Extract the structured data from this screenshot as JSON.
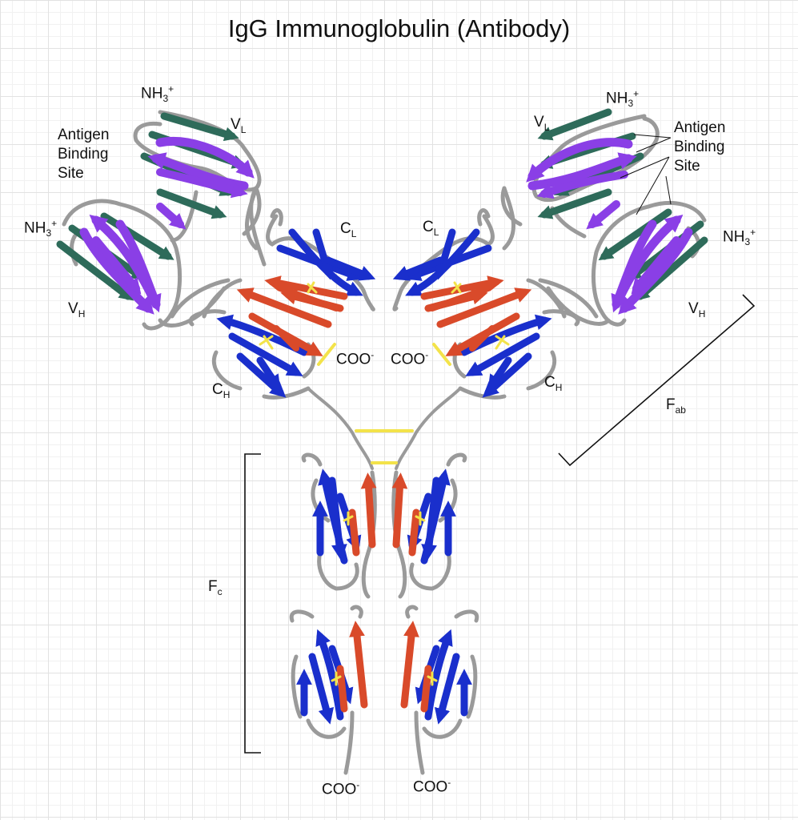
{
  "title": "IgG Immunoglobulin (Antibody)",
  "labels": {
    "nh3": "NH",
    "nh3_sub": "3",
    "nh3_sup": "+",
    "coo": "COO",
    "coo_sup": "-",
    "antigen_binding_site": [
      "Antigen",
      "Binding",
      "Site"
    ],
    "v": "V",
    "c": "C",
    "light_sub": "L",
    "heavy_sub": "H",
    "fab": "F",
    "fab_sub": "ab",
    "fc": "F",
    "fc_sub": "c"
  },
  "colors": {
    "variable_light_strand": "#2e6b5a",
    "variable_heavy_strand": "#8a3fe6",
    "constant_strand_blue": "#1a2fcc",
    "constant_strand_red": "#d94a2a",
    "loop": "#9a9a9a",
    "disulfide": "#f3e34a",
    "grid": "#e2e2e2"
  }
}
